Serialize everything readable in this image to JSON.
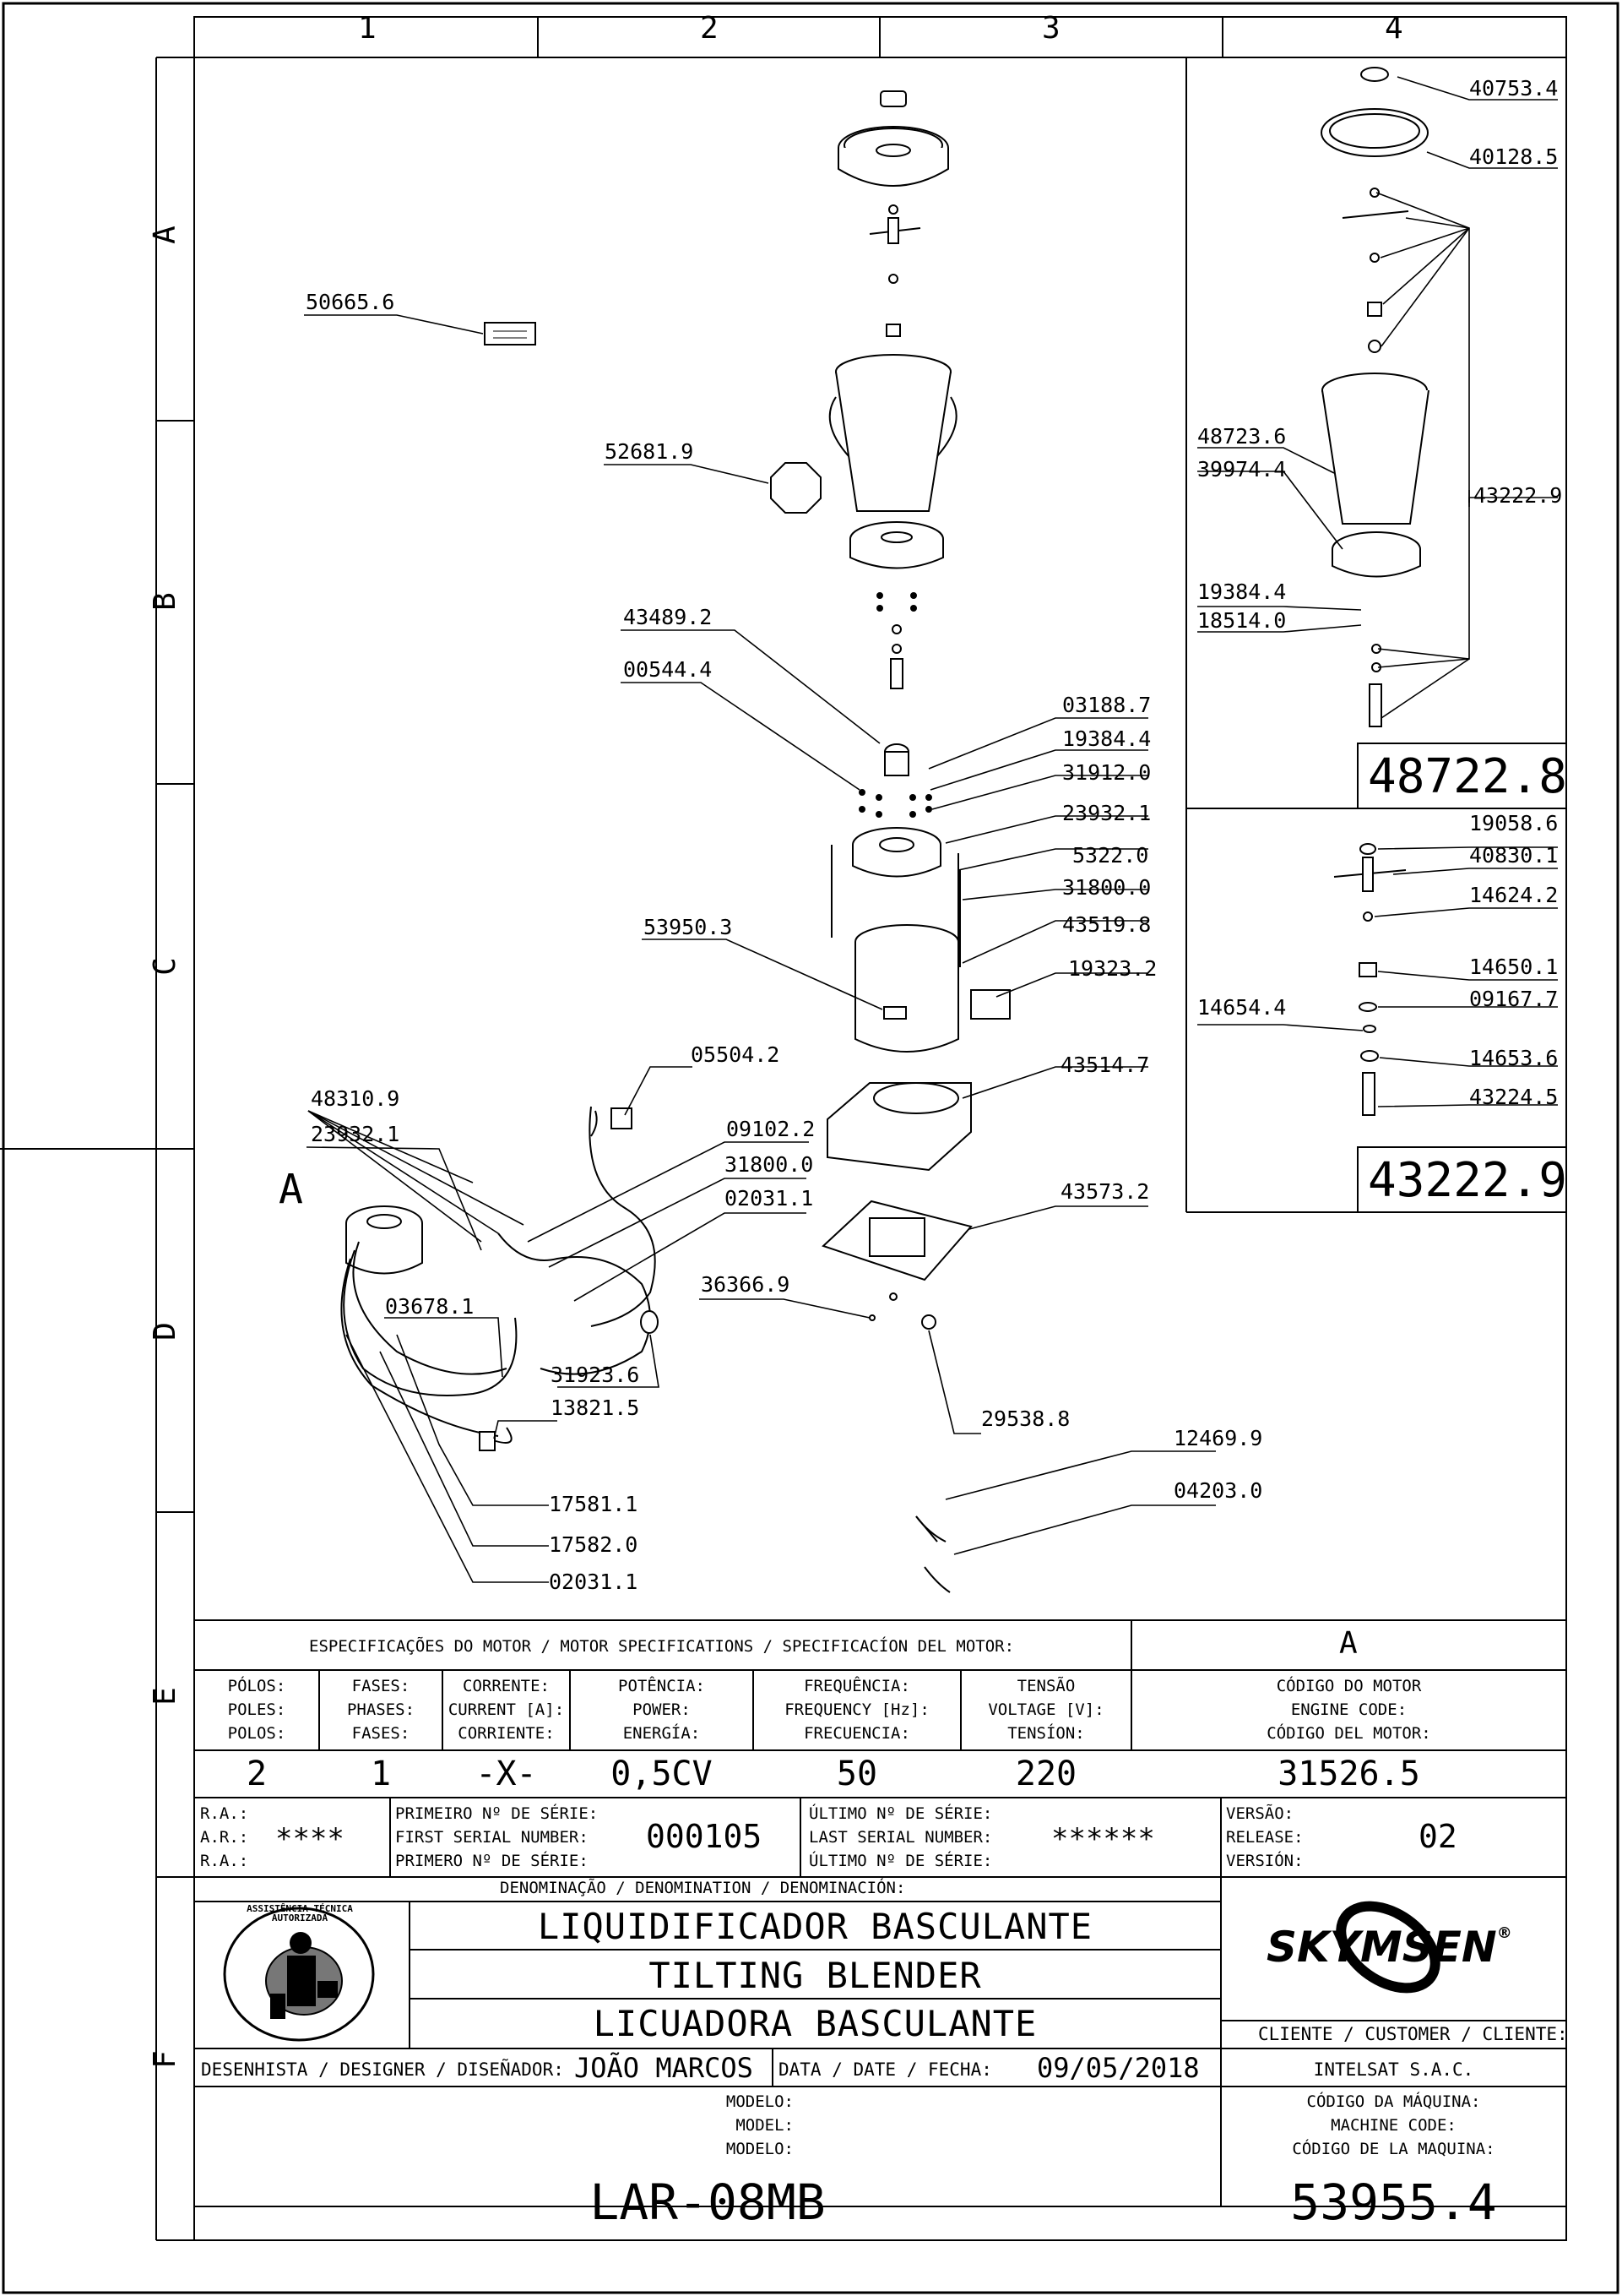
{
  "grid": {
    "columns": [
      "1",
      "2",
      "3",
      "4"
    ],
    "rows": [
      "A",
      "B",
      "C",
      "D",
      "E",
      "F"
    ]
  },
  "callout_A": "A",
  "labels": {
    "p40753": "40753.4",
    "p40128": "40128.5",
    "p48723": "48723.6",
    "p39974": "39974.4",
    "p43222a": "43222.9",
    "p19384a": "19384.4",
    "p18514": "18514.0",
    "p50665": "50665.6",
    "p52681": "52681.9",
    "p43489": "43489.2",
    "p00544": "00544.4",
    "p03188": "03188.7",
    "p19384b": "19384.4",
    "p31912": "31912.0",
    "p23932a": "23932.1",
    "p5322": "5322.0",
    "p31800a": "31800.0",
    "p43519": "43519.8",
    "p53950": "53950.3",
    "p19323": "19323.2",
    "p19058": "19058.6",
    "p40830": "40830.1",
    "p14624": "14624.2",
    "p14650": "14650.1",
    "p09167": "09167.7",
    "p14654": "14654.4",
    "p14653": "14653.6",
    "p43224": "43224.5",
    "p05504": "05504.2",
    "p43514": "43514.7",
    "p48310": "48310.9",
    "p23932b": "23932.1",
    "p09102": "09102.2",
    "p31800b": "31800.0",
    "p02031a": "02031.1",
    "p43573": "43573.2",
    "p36366": "36366.9",
    "p03678": "03678.1",
    "p31923": "31923.6",
    "p13821": "13821.5",
    "p29538": "29538.8",
    "p12469": "12469.9",
    "p04203": "04203.0",
    "p17581": "17581.1",
    "p17582": "17582.0",
    "p02031b": "02031.1"
  },
  "kits": {
    "kit1_code": "48722.8",
    "kit2_code": "43222.9"
  },
  "motor": {
    "spec_title": "ESPECIFICAÇÕES DO MOTOR / MOTOR SPECIFICATIONS / SPECIFICACÍON DEL MOTOR:",
    "callout": "A",
    "col_poles": "PÓLOS:\nPOLES:\nPOLOS:",
    "col_phases": "FASES:\nPHASES:\nFASES:",
    "col_current": "CORRENTE:\nCURRENT [A]:\nCORRIENTE:",
    "col_power": "POTÊNCIA:\nPOWER:\nENERGÍA:",
    "col_freq": "FREQUÊNCIA:\nFREQUENCY [Hz]:\nFRECUENCIA:",
    "col_voltage": "TENSÃO\nVOLTAGE [V]:\nTENSÍON:",
    "col_code": "CÓDIGO DO MOTOR\nENGINE CODE:\nCÓDIGO DEL MOTOR:",
    "poles": "2",
    "phases": "1",
    "current": "-X-",
    "power": "0,5CV",
    "frequency": "50",
    "voltage": "220",
    "engine_code": "31526.5"
  },
  "serial": {
    "ra_label": "R.A.:\nA.R.:\nR.A.:",
    "ra_value": "****",
    "first_label": "PRIMEIRO Nº DE SÉRIE:\nFIRST SERIAL NUMBER:\nPRIMERO Nº DE SÉRIE:",
    "first_value": "000105",
    "last_label": "ÚLTIMO Nº DE SÉRIE:\nLAST SERIAL NUMBER:\nÚLTIMO Nº DE SÉRIE:",
    "last_value": "******",
    "release_label": "VERSÃO:\nRELEASE:\nVERSIÓN:",
    "release_value": "02"
  },
  "denomination": {
    "label": "DENOMINAÇÃO / DENOMINATION / DENOMINACIÓN:",
    "pt": "LIQUIDIFICADOR BASCULANTE",
    "en": "TILTING BLENDER",
    "es": "LICUADORA BASCULANTE"
  },
  "stamp": {
    "top": "ASSISTÊNCIA TÉCNICA AUTORIZADA"
  },
  "brand": {
    "name": "SKYMSEN",
    "registered": "®"
  },
  "customer": {
    "label": "CLIENTE / CUSTOMER / CLIENTE:",
    "value": "INTELSAT S.A.C."
  },
  "designer": {
    "label": "DESENHISTA / DESIGNER / DISEÑADOR:",
    "value": "JOÃO MARCOS",
    "date_label": "DATA / DATE / FECHA:",
    "date_value": "09/05/2018"
  },
  "model": {
    "label": "MODELO:\nMODEL:\nMODELO:",
    "value": "LAR-08MB",
    "machine_code_label": "CÓDIGO DA MÁQUINA:\nMACHINE CODE:\nCÓDIGO DE LA MAQUINA:",
    "machine_code": "53955.4"
  }
}
